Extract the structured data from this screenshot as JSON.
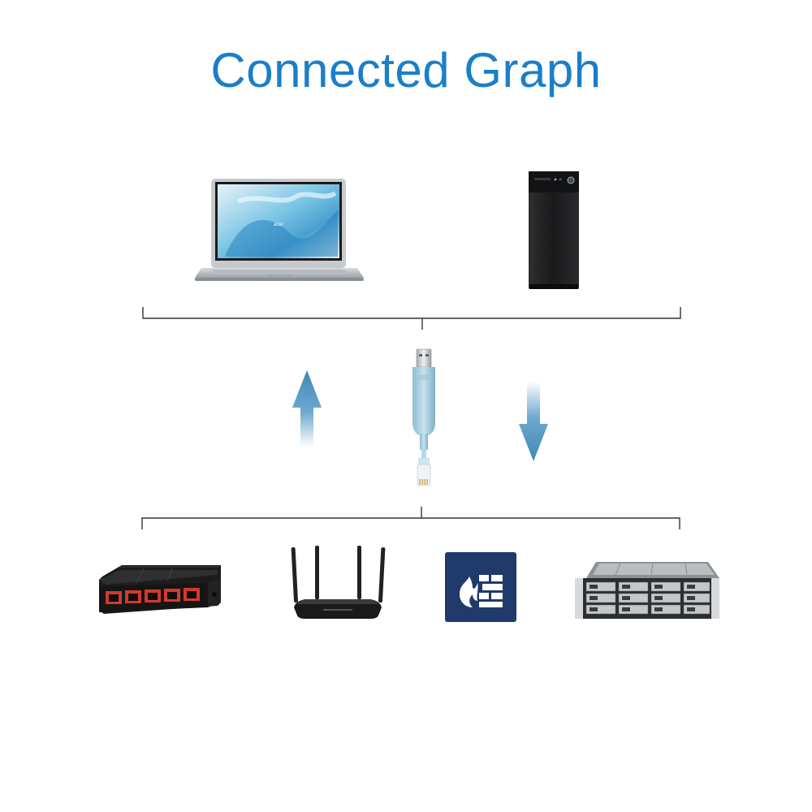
{
  "title": "Connected Graph",
  "colors": {
    "title": "#1a7fc8",
    "connector_line": "#333333",
    "arrow": "#3f88b6",
    "cable": "#a9cfe0",
    "firewall_bg": "#1f3a6b"
  },
  "laptop": {
    "screen_brand": "acer"
  },
  "diagram": {
    "top_row": [
      {
        "name": "laptop",
        "icon": "laptop-icon"
      },
      {
        "name": "desktop-tower",
        "icon": "desktop-tower-icon"
      }
    ],
    "middle": {
      "cable": "usb-to-rj45-console-cable-icon",
      "arrow_left": "upload-arrow-icon",
      "arrow_right": "download-arrow-icon"
    },
    "bottom_row": [
      {
        "name": "network-switch",
        "icon": "network-switch-icon"
      },
      {
        "name": "wifi-router",
        "icon": "wifi-router-icon"
      },
      {
        "name": "firewall",
        "icon": "firewall-icon"
      },
      {
        "name": "rack-server",
        "icon": "rack-server-icon"
      }
    ]
  }
}
